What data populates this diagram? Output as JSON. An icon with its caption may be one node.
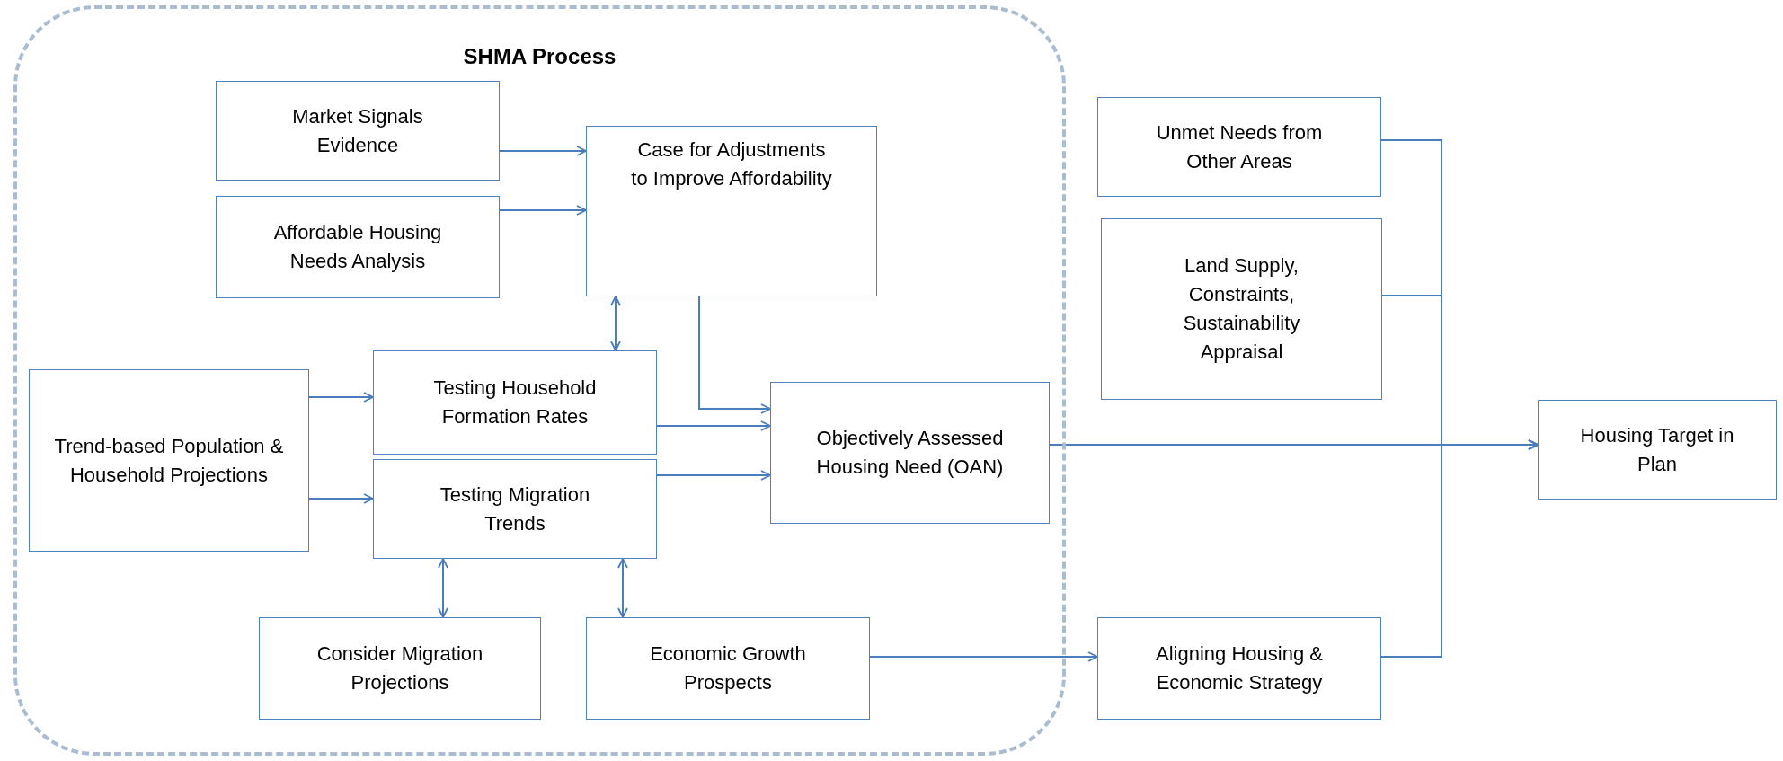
{
  "diagram": {
    "nodes": [
      {
        "text": [
          "SHMA Process"
        ]
      },
      {
        "text": [
          "Market Signals Evidence"
        ],
        "in": 0
      },
      {
        "text": [
          "Case for Adjustments to Improve Affordability"
        ],
        "in": 0
      },
      {
        "text": [
          "Affordable Housing Needs Analysis"
        ],
        "in": 0
      },
      {
        "text": [
          "Trend-based Population & Household Projections"
        ],
        "in": 0
      },
      {
        "text": [
          "Testing Household Formation Rates"
        ],
        "in": 0
      },
      {
        "text": [
          "Testing Migration Trends"
        ],
        "in": 0
      },
      {
        "text": [
          "Objectively Assessed Housing Need (OAN)"
        ],
        "in": 0
      },
      {
        "text": [
          "Consider Migration Projections"
        ],
        "in": 0
      },
      {
        "text": [
          "Economic Growth Prospects"
        ],
        "in": 0
      },
      {
        "text": [
          "Unmet Needs from Other Areas"
        ]
      },
      {
        "text": [
          "Land Supply, Constraints, Sustainability Appraisal"
        ]
      },
      {
        "text": [
          "Aligning Housing & Economic Strategy"
        ]
      },
      {
        "text": [
          "Housing Target in Plan"
        ]
      }
    ],
    "edges": [
      {
        "from": 1,
        "to": 2,
        "arrow": "to"
      },
      {
        "from": 3,
        "to": 2,
        "arrow": "to"
      },
      {
        "from": 2,
        "to": 5,
        "arrow": "both"
      },
      {
        "from": 2,
        "to": 7,
        "arrow": "to"
      },
      {
        "from": 4,
        "to": 5,
        "arrow": "to"
      },
      {
        "from": 4,
        "to": 6,
        "arrow": "to"
      },
      {
        "from": 5,
        "to": 7,
        "arrow": "to"
      },
      {
        "from": 6,
        "to": 7,
        "arrow": "to"
      },
      {
        "from": 6,
        "to": 8,
        "arrow": "both"
      },
      {
        "from": 6,
        "to": 9,
        "arrow": "both"
      },
      {
        "from": 9,
        "to": 12,
        "arrow": "to"
      },
      {
        "from": 7,
        "to": 13,
        "arrow": "to"
      },
      {
        "from": 10,
        "to": 13,
        "arrow": "to"
      },
      {
        "from": 11,
        "to": 13,
        "arrow": "to"
      },
      {
        "from": 12,
        "to": 13,
        "arrow": "to"
      }
    ]
  }
}
